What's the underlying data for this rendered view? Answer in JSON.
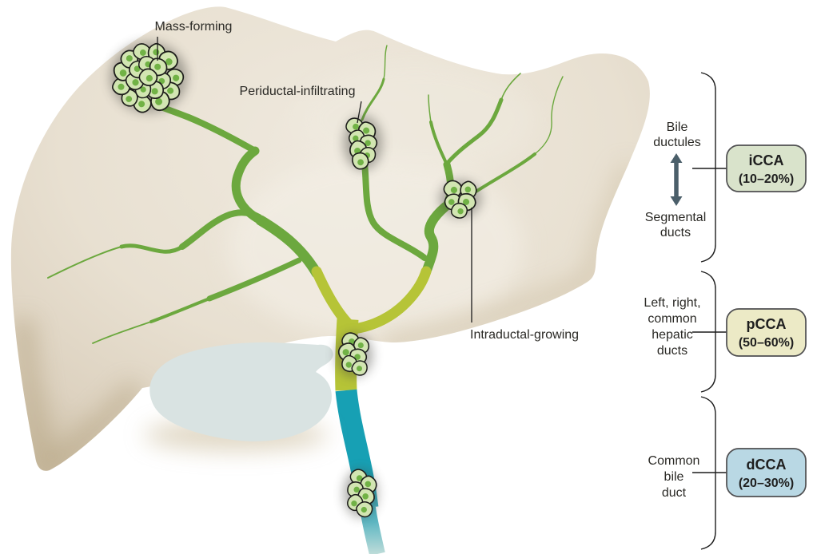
{
  "figure": {
    "tumor_labels": {
      "mass_forming": "Mass-forming",
      "periductal_infiltrating": "Periductal-infiltrating",
      "intraductal_growing": "Intraductal-growing"
    },
    "right_panel": {
      "groups": [
        {
          "region_lines": [
            "Bile",
            "ductules"
          ],
          "region_lines_secondary": [
            "Segmental",
            "ducts"
          ],
          "badge": {
            "abbr": "iCCA",
            "percent": "(10–20%)",
            "fill": "#d9e3cb"
          }
        },
        {
          "region_lines": [
            "Left, right,",
            "common",
            "hepatic",
            "ducts"
          ],
          "badge": {
            "abbr": "pCCA",
            "percent": "(50–60%)",
            "fill": "#eceac6"
          }
        },
        {
          "region_lines": [
            "Common",
            "bile",
            "duct"
          ],
          "badge": {
            "abbr": "dCCA",
            "percent": "(20–30%)",
            "fill": "#b9d8e4"
          }
        }
      ]
    },
    "colors": {
      "duct_green": "#6ca83e",
      "duct_yellow": "#b6c437",
      "duct_teal": "#17a0b4",
      "duct_teal_fade": "#bedcd9",
      "cell_fill": "#d2e5b2",
      "cell_nucleus": "#71b246",
      "liver_base": "#e8e0d1",
      "liver_edge": "#c8baa0",
      "gallbladder": "#d9e3e2",
      "arrow": "#4b5f6a",
      "text": "#2b2a26"
    }
  }
}
